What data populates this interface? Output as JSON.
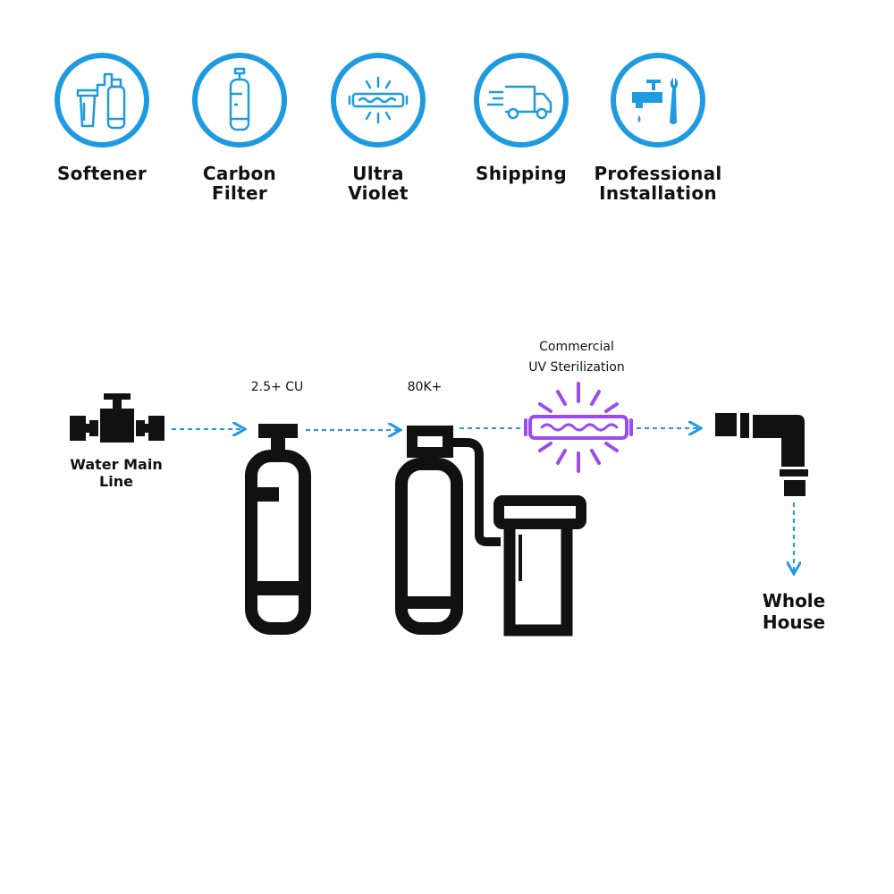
{
  "accent_color": "#1e9be0",
  "uv_color": "#9b4cf0",
  "features": [
    {
      "label_line1": "Softener",
      "label_line2": "",
      "icon": "softener-icon"
    },
    {
      "label_line1": "Carbon",
      "label_line2": "Filter",
      "icon": "carbon-filter-icon"
    },
    {
      "label_line1": "Ultra",
      "label_line2": "Violet",
      "icon": "uv-lamp-icon"
    },
    {
      "label_line1": "Shipping",
      "label_line2": "",
      "icon": "delivery-truck-icon"
    },
    {
      "label_line1": "Professional",
      "label_line2": "Installation",
      "icon": "faucet-wrench-icon"
    }
  ],
  "flow": {
    "water_main": {
      "line1": "Water Main",
      "line2": "Line"
    },
    "carbon_spec": "2.5+ CU",
    "softener_spec": "80K+",
    "uv": {
      "line1": "Commercial",
      "line2": "UV Sterilization"
    },
    "destination": {
      "line1": "Whole",
      "line2": "House"
    }
  }
}
